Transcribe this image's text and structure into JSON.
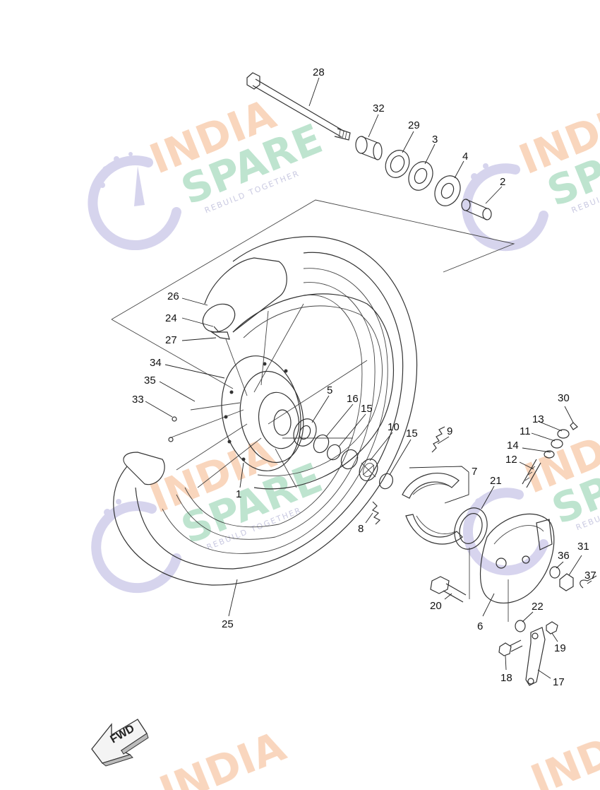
{
  "watermark": {
    "line1": "INDIA",
    "line2": "SPARE",
    "tagline": "REBUILD TOGETHER",
    "colors": {
      "india": "#f7c9a8",
      "spare": "#a9dcc0",
      "icon": "#c9c6e8"
    }
  },
  "fwd_label": "FWD",
  "labels": {
    "l1": "1",
    "l2": "2",
    "l3": "3",
    "l4": "4",
    "l5": "5",
    "l6": "6",
    "l7": "7",
    "l8": "8",
    "l9": "9",
    "l10": "10",
    "l11": "11",
    "l12": "12",
    "l13": "13",
    "l14": "14",
    "l15a": "15",
    "l15b": "15",
    "l16": "16",
    "l17": "17",
    "l18": "18",
    "l19": "19",
    "l20": "20",
    "l21": "21",
    "l22": "22",
    "l24": "24",
    "l25": "25",
    "l26": "26",
    "l27": "27",
    "l28": "28",
    "l29": "29",
    "l30": "30",
    "l31": "31",
    "l32": "32",
    "l33": "33",
    "l34": "34",
    "l35": "35",
    "l36": "36",
    "l37": "37"
  }
}
